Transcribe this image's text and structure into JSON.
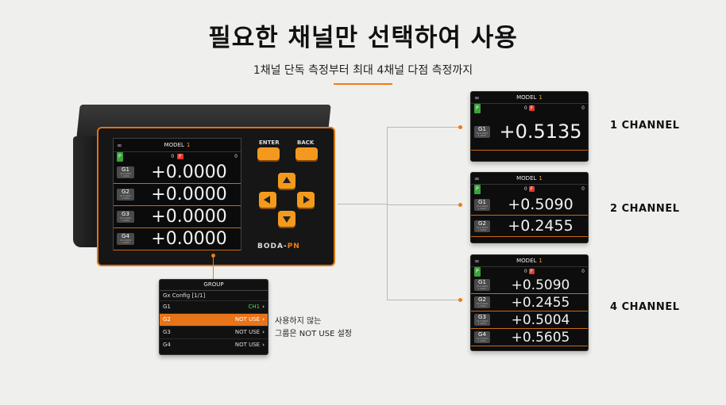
{
  "title": "필요한 채널만 선택하여 사용",
  "subtitle": "1채널 단독 측정부터 최대 4채널 다점 측정까지",
  "device": {
    "model_label": "MODEL",
    "model_num": "1",
    "status_left": "0",
    "status_f": "F",
    "status_right": "0",
    "p_badge": "P",
    "enter_label": "ENTER",
    "back_label": "BACK",
    "brand": "BODA-",
    "brand_suffix": "PN",
    "channels": [
      {
        "g": "G1",
        "r1": "X10.0000",
        "r2": "1.0000",
        "value": "+0.0000"
      },
      {
        "g": "G2",
        "r1": "X10.0000",
        "r2": "1.0000",
        "value": "+0.0000"
      },
      {
        "g": "G3",
        "r1": "X10.0000",
        "r2": "1.0000",
        "value": "+0.0000"
      },
      {
        "g": "G4",
        "r1": "X10.0000",
        "r2": "1.0000",
        "value": "+0.0000"
      }
    ]
  },
  "panels": [
    {
      "label": "1 CHANNEL",
      "model_label": "MODEL",
      "model_num": "1",
      "status_left": "0",
      "status_f": "F",
      "status_right": "0",
      "p_badge": "P",
      "channels": [
        {
          "g": "G1",
          "r1": "X10.0000",
          "r2": "1.0000",
          "value": "+0.5135"
        }
      ]
    },
    {
      "label": "2 CHANNEL",
      "model_label": "MODEL",
      "model_num": "1",
      "status_left": "0",
      "status_f": "F",
      "status_right": "0",
      "p_badge": "P",
      "channels": [
        {
          "g": "G1",
          "r1": "X10.0000",
          "r2": "1.0000",
          "value": "+0.5090"
        },
        {
          "g": "G2",
          "r1": "X10.0000",
          "r2": "1.0000",
          "value": "+0.2455"
        }
      ]
    },
    {
      "label": "4 CHANNEL",
      "model_label": "MODEL",
      "model_num": "1",
      "status_left": "0",
      "status_f": "F",
      "status_right": "0",
      "p_badge": "P",
      "channels": [
        {
          "g": "G1",
          "r1": "X10.0000",
          "r2": "1.0000",
          "value": "+0.5090"
        },
        {
          "g": "G2",
          "r1": "X10.0000",
          "r2": "1.0000",
          "value": "+0.2455"
        },
        {
          "g": "G3",
          "r1": "X10.0000",
          "r2": "1.0000",
          "value": "+0.5004"
        },
        {
          "g": "G4",
          "r1": "X10.0000",
          "r2": "1.0000",
          "value": "+0.5605"
        }
      ]
    }
  ],
  "group_menu": {
    "title": "GROUP",
    "subtitle": "Gx Config [1/1]",
    "rows": [
      {
        "name": "G1",
        "value": "CH1",
        "selected": false
      },
      {
        "name": "G2",
        "value": "NOT USE",
        "selected": true
      },
      {
        "name": "G3",
        "value": "NOT USE",
        "selected": false
      },
      {
        "name": "G4",
        "value": "NOT USE",
        "selected": false
      }
    ],
    "chevron": "›"
  },
  "note": {
    "line1": "사용하지 않는",
    "line2": "그룹은 NOT USE 설정"
  },
  "colors": {
    "accent": "#f07b12",
    "key": "#f39a1e",
    "p_badge": "#3aa33a",
    "f_badge": "#e03b2a",
    "ch_active": "#5ad25a"
  },
  "icons": {
    "link": "link-icon",
    "arrow_up": "arrow-up-icon",
    "arrow_down": "arrow-down-icon",
    "arrow_left": "arrow-left-icon",
    "arrow_right": "arrow-right-icon",
    "chevron": "chevron-right-icon"
  }
}
